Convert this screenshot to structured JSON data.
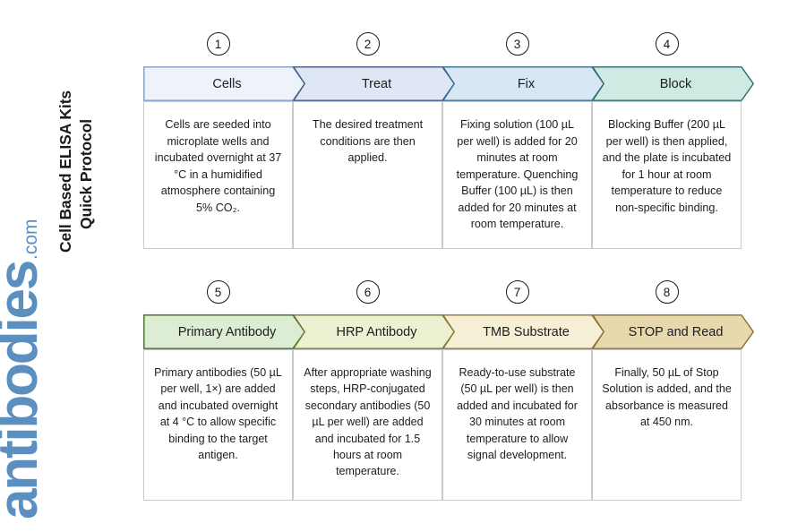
{
  "title": {
    "line1": "Cell Based ELISA Kits",
    "line2": "Quick Protocol"
  },
  "logo": {
    "name": "antibodies",
    "domain": ".com",
    "color": "#5b8fc0"
  },
  "rows": [
    {
      "steps": [
        {
          "number": "1",
          "label": "Cells",
          "fill": "#eef3fa",
          "stroke": "#7d9cc0",
          "text": "Cells are seeded into microplate wells and incubated overnight at 37 °C in a humidified atmosphere containing 5% CO₂."
        },
        {
          "number": "2",
          "label": "Treat",
          "fill": "#dfe6f5",
          "stroke": "#3d5a8a",
          "text": "The desired treatment conditions are then applied."
        },
        {
          "number": "3",
          "label": "Fix",
          "fill": "#d7e7f5",
          "stroke": "#3a6d91",
          "text": "Fixing solution (100 µL per well) is added for 20 minutes at room temperature. Quenching Buffer (100 µL) is then added for 20 minutes at room temperature."
        },
        {
          "number": "4",
          "label": "Block",
          "fill": "#cdebe3",
          "stroke": "#2f6b6b",
          "text": "Blocking Buffer (200 µL per well) is then applied, and the plate is incubated for 1 hour at room temperature to reduce non-specific binding."
        }
      ]
    },
    {
      "steps": [
        {
          "number": "5",
          "label": "Primary Antibody",
          "fill": "#dcedd3",
          "stroke": "#3f6b2a",
          "text": "Primary antibodies (50 µL per well, 1×) are added and incubated overnight at 4 °C to allow specific binding to the target antigen."
        },
        {
          "number": "6",
          "label": "HRP Antibody",
          "fill": "#ecf1d2",
          "stroke": "#6e7a33",
          "text": "After appropriate washing steps, HRP-conjugated secondary antibodies (50 µL per well) are added and incubated for 1.5 hours at room temperature."
        },
        {
          "number": "7",
          "label": "TMB Substrate",
          "fill": "#f5f0d5",
          "stroke": "#8a7535",
          "text": "Ready-to-use substrate (50 µL per well) is then added and incubated for 30 minutes at room temperature to allow signal development."
        },
        {
          "number": "8",
          "label": "STOP and Read",
          "fill": "#e8d8ae",
          "stroke": "#8a6f33",
          "text": "Finally, 50 µL of Stop Solution is added, and the absorbance is measured at 450 nm."
        }
      ]
    }
  ]
}
